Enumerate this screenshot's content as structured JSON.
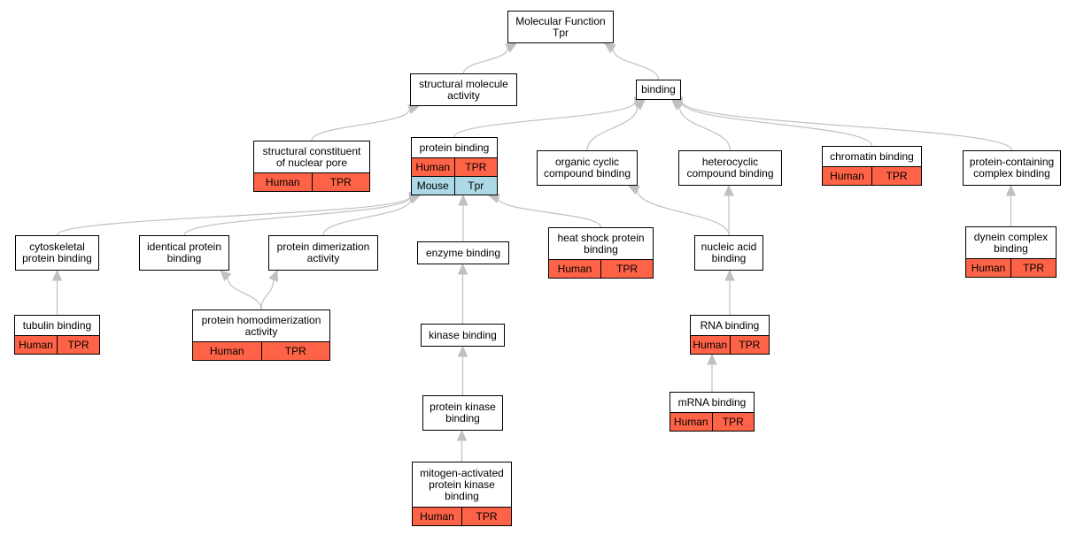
{
  "colors": {
    "human": "#ff6347",
    "mouse": "#add8e6",
    "edge": "#c0c0c0",
    "border": "#000000"
  },
  "nodes": {
    "root": {
      "lines": "Molecular Function\nTpr",
      "rows": []
    },
    "structural_molecule_activity": {
      "lines": "structural molecule\nactivity",
      "rows": []
    },
    "binding": {
      "lines": "binding",
      "rows": []
    },
    "structural_constituent_nuclear_pore": {
      "lines": "structural constituent\nof nuclear pore",
      "rows": [
        {
          "species": "Human",
          "gene": "TPR",
          "color": "human"
        }
      ]
    },
    "protein_binding": {
      "lines": "protein binding",
      "rows": [
        {
          "species": "Human",
          "gene": "TPR",
          "color": "human"
        },
        {
          "species": "Mouse",
          "gene": "Tpr",
          "color": "mouse"
        }
      ]
    },
    "organic_cyclic": {
      "lines": "organic cyclic\ncompound binding",
      "rows": []
    },
    "heterocyclic": {
      "lines": "heterocyclic\ncompound binding",
      "rows": []
    },
    "chromatin_binding": {
      "lines": "chromatin binding",
      "rows": [
        {
          "species": "Human",
          "gene": "TPR",
          "color": "human"
        }
      ]
    },
    "protein_containing_complex": {
      "lines": "protein-containing\ncomplex binding",
      "rows": []
    },
    "cytoskeletal": {
      "lines": "cytoskeletal\nprotein binding",
      "rows": []
    },
    "identical_protein": {
      "lines": "identical protein\nbinding",
      "rows": []
    },
    "protein_dimerization": {
      "lines": "protein dimerization\nactivity",
      "rows": []
    },
    "enzyme_binding": {
      "lines": "enzyme binding",
      "rows": []
    },
    "heat_shock": {
      "lines": "heat shock protein\nbinding",
      "rows": [
        {
          "species": "Human",
          "gene": "TPR",
          "color": "human"
        }
      ]
    },
    "nucleic_acid": {
      "lines": "nucleic acid\nbinding",
      "rows": []
    },
    "dynein_complex": {
      "lines": "dynein complex\nbinding",
      "rows": [
        {
          "species": "Human",
          "gene": "TPR",
          "color": "human"
        }
      ]
    },
    "tubulin_binding": {
      "lines": "tubulin binding",
      "rows": [
        {
          "species": "Human",
          "gene": "TPR",
          "color": "human"
        }
      ]
    },
    "protein_homodimerization": {
      "lines": "protein homodimerization\nactivity",
      "rows": [
        {
          "species": "Human",
          "gene": "TPR",
          "color": "human"
        }
      ]
    },
    "kinase_binding": {
      "lines": "kinase binding",
      "rows": []
    },
    "rna_binding": {
      "lines": "RNA binding",
      "rows": [
        {
          "species": "Human",
          "gene": "TPR",
          "color": "human"
        }
      ]
    },
    "mrna_binding": {
      "lines": "mRNA binding",
      "rows": [
        {
          "species": "Human",
          "gene": "TPR",
          "color": "human"
        }
      ]
    },
    "protein_kinase_binding": {
      "lines": "protein kinase\nbinding",
      "rows": []
    },
    "mapk_binding": {
      "lines": "mitogen-activated\nprotein kinase\nbinding",
      "rows": [
        {
          "species": "Human",
          "gene": "TPR",
          "color": "human"
        }
      ]
    }
  },
  "edges": [
    [
      "structural_molecule_activity",
      "root"
    ],
    [
      "binding",
      "root"
    ],
    [
      "structural_constituent_nuclear_pore",
      "structural_molecule_activity"
    ],
    [
      "protein_binding",
      "binding"
    ],
    [
      "organic_cyclic",
      "binding"
    ],
    [
      "heterocyclic",
      "binding"
    ],
    [
      "chromatin_binding",
      "binding"
    ],
    [
      "protein_containing_complex",
      "binding"
    ],
    [
      "cytoskeletal",
      "protein_binding"
    ],
    [
      "identical_protein",
      "protein_binding"
    ],
    [
      "protein_dimerization",
      "protein_binding"
    ],
    [
      "enzyme_binding",
      "protein_binding"
    ],
    [
      "heat_shock",
      "protein_binding"
    ],
    [
      "nucleic_acid",
      "organic_cyclic"
    ],
    [
      "nucleic_acid",
      "heterocyclic"
    ],
    [
      "dynein_complex",
      "protein_containing_complex"
    ],
    [
      "tubulin_binding",
      "cytoskeletal"
    ],
    [
      "protein_homodimerization",
      "identical_protein"
    ],
    [
      "protein_homodimerization",
      "protein_dimerization"
    ],
    [
      "kinase_binding",
      "enzyme_binding"
    ],
    [
      "rna_binding",
      "nucleic_acid"
    ],
    [
      "mrna_binding",
      "rna_binding"
    ],
    [
      "protein_kinase_binding",
      "kinase_binding"
    ],
    [
      "mapk_binding",
      "protein_kinase_binding"
    ]
  ]
}
